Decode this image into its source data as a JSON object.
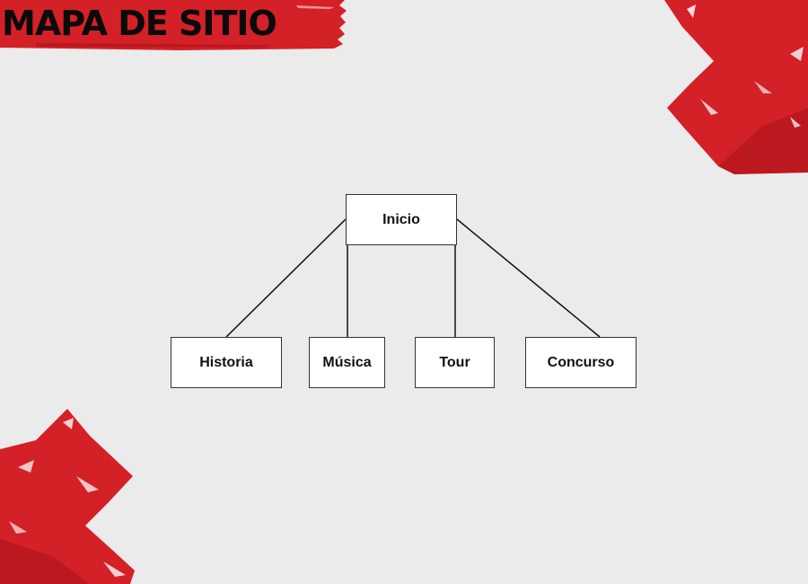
{
  "page": {
    "title": "MAPA DE SITIO"
  },
  "colors": {
    "background": "#ebebeb",
    "accent": "#d42027",
    "accent_dark": "#a8121a",
    "node_fill": "#ffffff",
    "node_border": "#333333",
    "connector": "#111111"
  },
  "sitemap": {
    "root": {
      "label": "Inicio"
    },
    "children": [
      {
        "label": "Historia"
      },
      {
        "label": "Música"
      },
      {
        "label": "Tour"
      },
      {
        "label": "Concurso"
      }
    ]
  }
}
